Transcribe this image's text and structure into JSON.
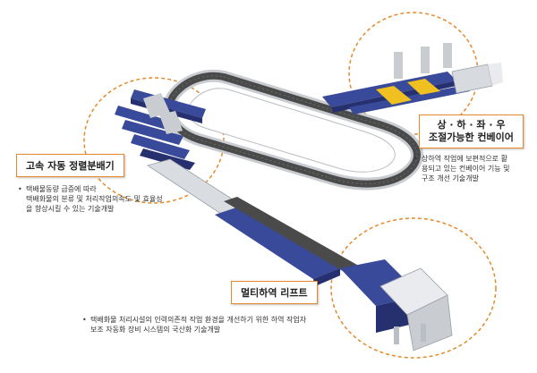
{
  "colors": {
    "accent": "#e48a2c",
    "conveyor_body": "#3a4a9a",
    "conveyor_dark": "#26306e",
    "belt": "#4a4a4a",
    "frame": "#b9bdc4"
  },
  "callouts": {
    "sorter": {
      "title": "고속 자동 정렬분배기",
      "bullet": "•",
      "lines": [
        "택배물동량 급증에 따라",
        "택배화물의 분류 및 처리작업의속도 및 효율성",
        "을 향상시킬 수 있는 기술개발"
      ]
    },
    "adjustable": {
      "title_line1": "상 · 하 · 좌 · 우",
      "title_line2": "조절가능한 컨베이어",
      "bullet": "•",
      "lines": [
        "상하역 작업에 보편적으로 활",
        "용되고 있는 컨베이어 기능 및",
        "구조 개선 기술개발"
      ]
    },
    "lift": {
      "title": "멀티하역 리프트",
      "bullet": "•",
      "lines": [
        "택배화물 처리시설의 인력의존적 작업 환경을 개선하기 위한 하역 작업자",
        "보조 자동화 장비 시스템의 국산화 기술개발"
      ]
    }
  }
}
